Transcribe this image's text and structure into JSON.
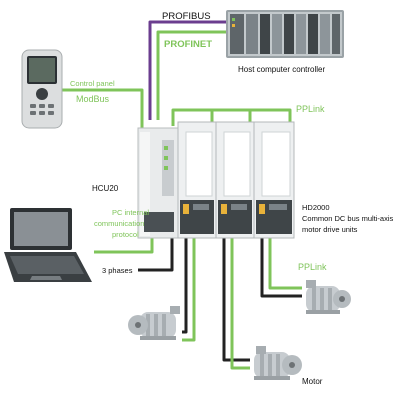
{
  "labels": {
    "profibus": "PROFIBUS",
    "profinet": "PROFINET",
    "host": "Host computer controller",
    "control_panel": "Control panel",
    "modbus": "ModBus",
    "pplink_top": "PPLink",
    "hcu20": "HCU20",
    "pc_line1": "PC internal",
    "pc_line2": "communication",
    "pc_line3": "protocol",
    "hd_line1": "HD2000",
    "hd_line2": "Common DC bus multi-axis",
    "hd_line3": "motor drive units",
    "phases": "3 phases",
    "pplink_bottom": "PPLink",
    "motor": "Motor"
  },
  "colors": {
    "profibus_line": "#6b3d8f",
    "green_line": "#7fc45a",
    "dark_line": "#222222",
    "accent_text": "#7fc45a"
  },
  "icons": {
    "control_panel": "handheld-keypad-icon",
    "laptop": "laptop-icon",
    "host": "plc-rack-icon",
    "drives": "drive-unit-icon",
    "motor": "motor-icon"
  }
}
